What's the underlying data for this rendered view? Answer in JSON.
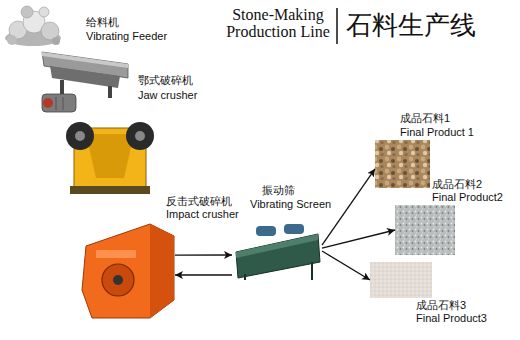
{
  "diagram": {
    "title": "Stone-Making Production Line",
    "nodes": [
      {
        "text": [
          "给料机",
          "Vibrating Feeder"
        ]
      },
      {
        "text": [
          "鄂式破碎机",
          "Jaw crusher"
        ]
      },
      {
        "text": [
          "反击式破碎机",
          "Impact crusher"
        ]
      },
      {
        "text": [
          "振动筛",
          "Vibrating Screen"
        ]
      },
      {
        "text": [
          "成品石料1",
          "Final Product 1"
        ]
      },
      {
        "text": [
          "成品石料2",
          "Final Product2"
        ]
      },
      {
        "text": [
          "成品石料3",
          "Final Product3"
        ]
      }
    ],
    "edges": [
      {
        "from": 2,
        "to": 3,
        "arrow": "to"
      },
      {
        "from": 3,
        "to": 2,
        "arrow": "to"
      },
      {
        "from": 3,
        "to": 4,
        "arrow": "to"
      },
      {
        "from": 3,
        "to": 5,
        "arrow": "to"
      },
      {
        "from": 3,
        "to": 6,
        "arrow": "to"
      }
    ],
    "labels": [
      "石料生产线"
    ]
  }
}
